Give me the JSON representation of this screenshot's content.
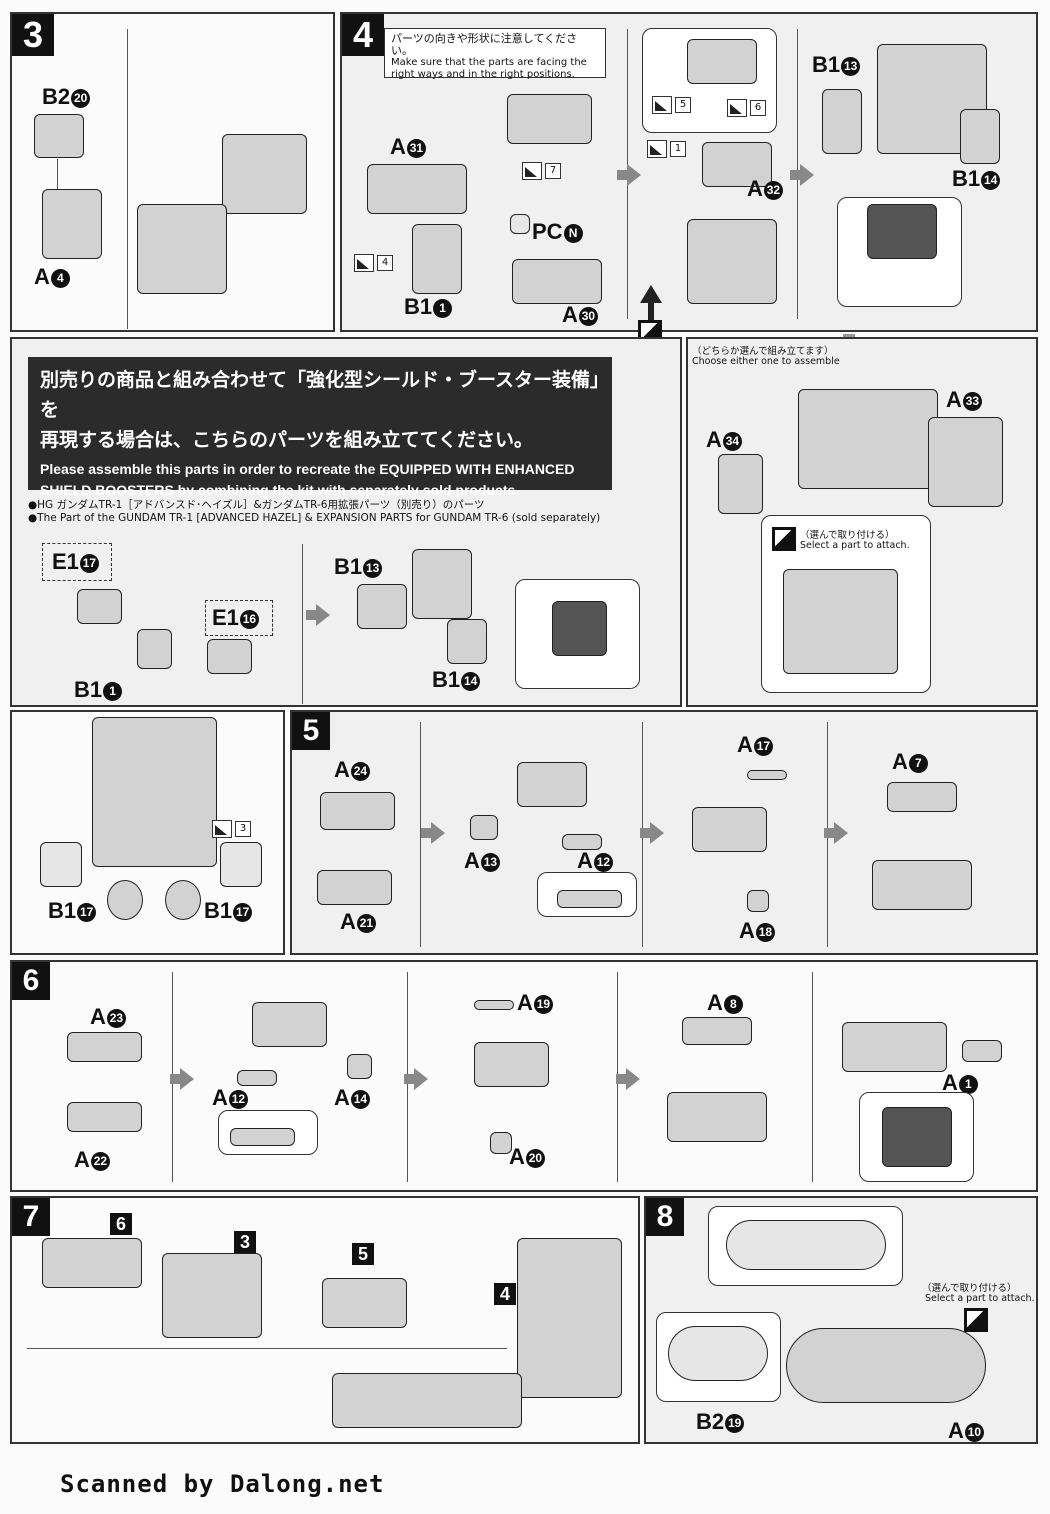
{
  "steps": {
    "s3": {
      "num": "3",
      "parts": {
        "b2": "B2",
        "b2n": "20",
        "a": "A",
        "an": "4"
      }
    },
    "s4": {
      "num": "4",
      "note": {
        "jp": "パーツの向きや形状に注意してください。",
        "en": "Make sure that the parts are facing the right ways and in the right positions."
      },
      "parts": {
        "a31": "31",
        "pc": "PC",
        "pcn": "N",
        "b1": "B1",
        "b1n": "1",
        "a30": "30",
        "a32": "32",
        "b1_13": "13",
        "b1_14": "14"
      },
      "flags": {
        "f7": "7",
        "f4": "4",
        "f1": "1",
        "f5": "5",
        "f6": "6"
      }
    },
    "s5": {
      "num": "5",
      "parts": {
        "a24": "24",
        "a21": "21",
        "a13": "13",
        "a12": "12",
        "a17": "17",
        "a18": "18",
        "a7": "7"
      }
    },
    "s6": {
      "num": "6",
      "parts": {
        "a23": "23",
        "a22": "22",
        "a12": "12",
        "a14": "14",
        "a19": "19",
        "a20": "20",
        "a8": "8",
        "a1": "1"
      }
    },
    "s7": {
      "num": "7",
      "subs": {
        "s6": "6",
        "s3": "3",
        "s5": "5",
        "s4": "4"
      }
    },
    "s8": {
      "num": "8",
      "parts": {
        "b2": "B2",
        "b2n": "19",
        "a": "A",
        "an": "10"
      },
      "select_jp": "（選んで取り付ける）",
      "select_en": "Select a part to attach."
    }
  },
  "option": {
    "jp_line1": "別売りの商品と組み合わせて「強化型シールド・ブースター装備」を",
    "jp_line2": "再現する場合は、こちらのパーツを組み立ててください。",
    "en": "Please assemble this parts in order to recreate the EQUIPPED WITH ENHANCED SHIELD BOOSTERS by combining the kit with separately sold products.",
    "bullet_jp": "●HG ガンダムTR-1［アドバンスド･ヘイズル］&ガンダムTR-6用拡張パーツ（別売り）のパーツ",
    "bullet_en": "●The Part of the GUNDAM TR-1 [ADVANCED HAZEL] & EXPANSION PARTS for GUNDAM TR-6 (sold separately)",
    "parts": {
      "e1_17": "17",
      "e1_16": "16",
      "b1_13": "13",
      "b1_14": "14",
      "b1_1": "1",
      "e1": "E1",
      "b1": "B1"
    },
    "choose_jp": "（どちらか選んで組み立てます）",
    "choose_en": "Choose either one to assemble",
    "a34": "34",
    "a33": "33",
    "select_jp": "（選んで取り付ける）",
    "select_en": "Select a part to attach."
  },
  "s4b": {
    "b1": "B1",
    "b1n": "17",
    "flag": "3"
  },
  "footer": "Scanned by Dalong.net"
}
